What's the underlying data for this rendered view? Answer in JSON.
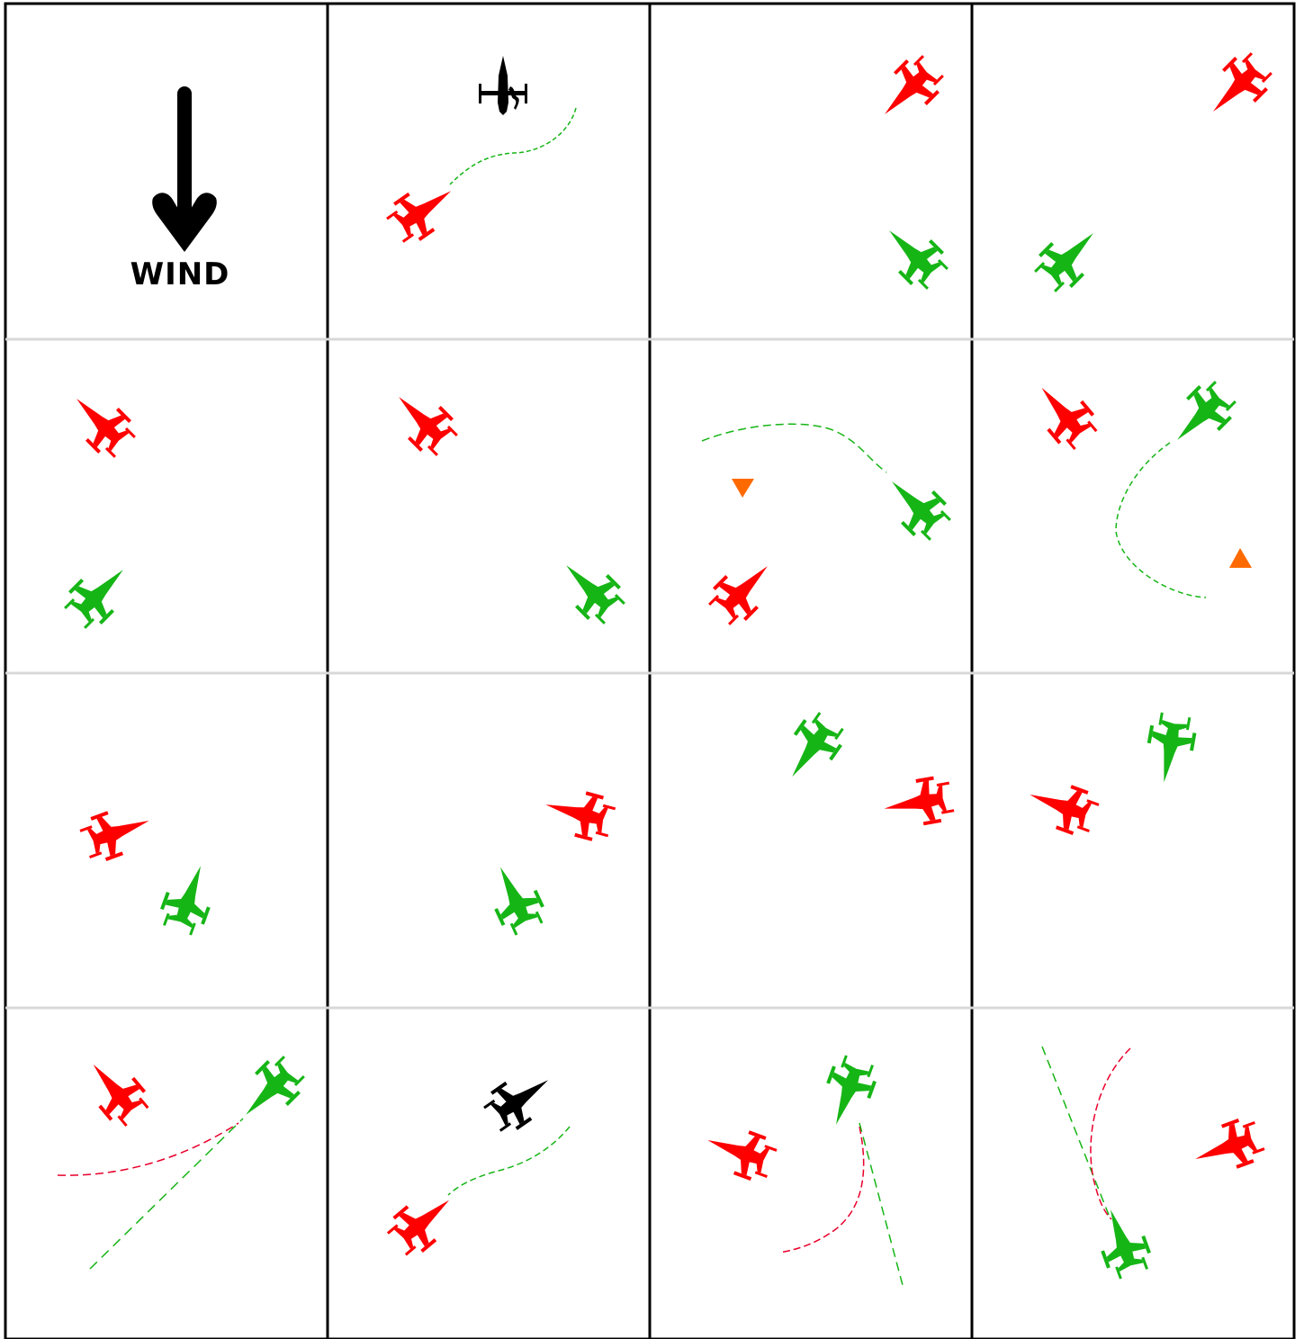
{
  "wind": {
    "label": "WIND",
    "direction": "down"
  },
  "colors": {
    "red": "#ff0000",
    "green": "#16b516",
    "black": "#000000",
    "orange": "#ff6a00",
    "trail_green": "#16b516",
    "trail_red": "#e8002a",
    "cell_border": "#000000",
    "row_divider": "#d8d8d8"
  },
  "grid": {
    "rows": 4,
    "cols": 4
  },
  "icons": {
    "plane": "fighter-jet-icon",
    "helicopter": "helicopter-icon",
    "marker": "triangle-marker-icon",
    "wind_arrow": "down-arrow-icon"
  },
  "cells": [
    {
      "id": "r1c1",
      "kind": "wind"
    },
    {
      "id": "r1c2",
      "planes": [
        "red",
        "black-helicopter"
      ],
      "trails": [
        "green-curve"
      ]
    },
    {
      "id": "r1c3",
      "planes": [
        "red",
        "green"
      ]
    },
    {
      "id": "r1c4",
      "planes": [
        "red",
        "green"
      ]
    },
    {
      "id": "r2c1",
      "planes": [
        "red",
        "green"
      ]
    },
    {
      "id": "r2c2",
      "planes": [
        "red",
        "green"
      ]
    },
    {
      "id": "r2c3",
      "planes": [
        "green",
        "red"
      ],
      "trails": [
        "green-arc"
      ],
      "markers": [
        "orange-down"
      ]
    },
    {
      "id": "r2c4",
      "planes": [
        "red",
        "green"
      ],
      "trails": [
        "green-c-curve"
      ],
      "markers": [
        "orange-up"
      ]
    },
    {
      "id": "r3c1",
      "planes": [
        "red",
        "green"
      ]
    },
    {
      "id": "r3c2",
      "planes": [
        "red",
        "green"
      ]
    },
    {
      "id": "r3c3",
      "planes": [
        "green",
        "red"
      ]
    },
    {
      "id": "r3c4",
      "planes": [
        "green",
        "red"
      ]
    },
    {
      "id": "r4c1",
      "planes": [
        "red",
        "green"
      ],
      "trails": [
        "red-curve",
        "green-line"
      ]
    },
    {
      "id": "r4c2",
      "planes": [
        "black",
        "red"
      ],
      "trails": [
        "green-curve"
      ]
    },
    {
      "id": "r4c3",
      "planes": [
        "green",
        "red"
      ],
      "trails": [
        "red-curve",
        "green-line"
      ]
    },
    {
      "id": "r4c4",
      "planes": [
        "red",
        "green"
      ],
      "trails": [
        "green-line",
        "red-curve"
      ]
    }
  ]
}
